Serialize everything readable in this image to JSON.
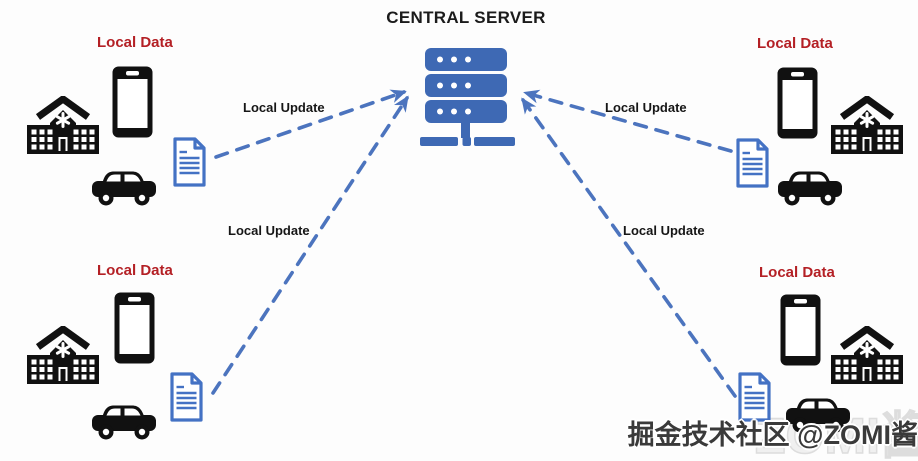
{
  "title": "CENTRAL SERVER",
  "server": {
    "icon": "server-rack-icon"
  },
  "groups": [
    {
      "id": "top-left",
      "label": "Local Data",
      "icons": [
        "hospital",
        "smartphone",
        "document",
        "car"
      ]
    },
    {
      "id": "top-right",
      "label": "Local Data",
      "icons": [
        "hospital",
        "smartphone",
        "document",
        "car"
      ]
    },
    {
      "id": "bottom-left",
      "label": "Local Data",
      "icons": [
        "hospital",
        "smartphone",
        "document",
        "car"
      ]
    },
    {
      "id": "bottom-right",
      "label": "Local Data",
      "icons": [
        "hospital",
        "smartphone",
        "document",
        "car"
      ]
    }
  ],
  "arrows": [
    {
      "from": "top-left",
      "to": "central-server",
      "label": "Local Update"
    },
    {
      "from": "top-right",
      "to": "central-server",
      "label": "Local Update"
    },
    {
      "from": "bottom-left",
      "to": "central-server",
      "label": "Local Update"
    },
    {
      "from": "bottom-right",
      "to": "central-server",
      "label": "Local Update"
    }
  ],
  "watermark": {
    "text": "掘金技术社区 @ZOMI酱",
    "ghost": "ZOMI酱"
  },
  "colors": {
    "server_blue": "#3e69b4",
    "arrow_blue": "#4c74be",
    "document_blue": "#4472c4",
    "local_data_red": "#b42025",
    "icon_black": "#111111",
    "text_black": "#1b1b1b",
    "watermark_gray": "#3a3a3a"
  }
}
